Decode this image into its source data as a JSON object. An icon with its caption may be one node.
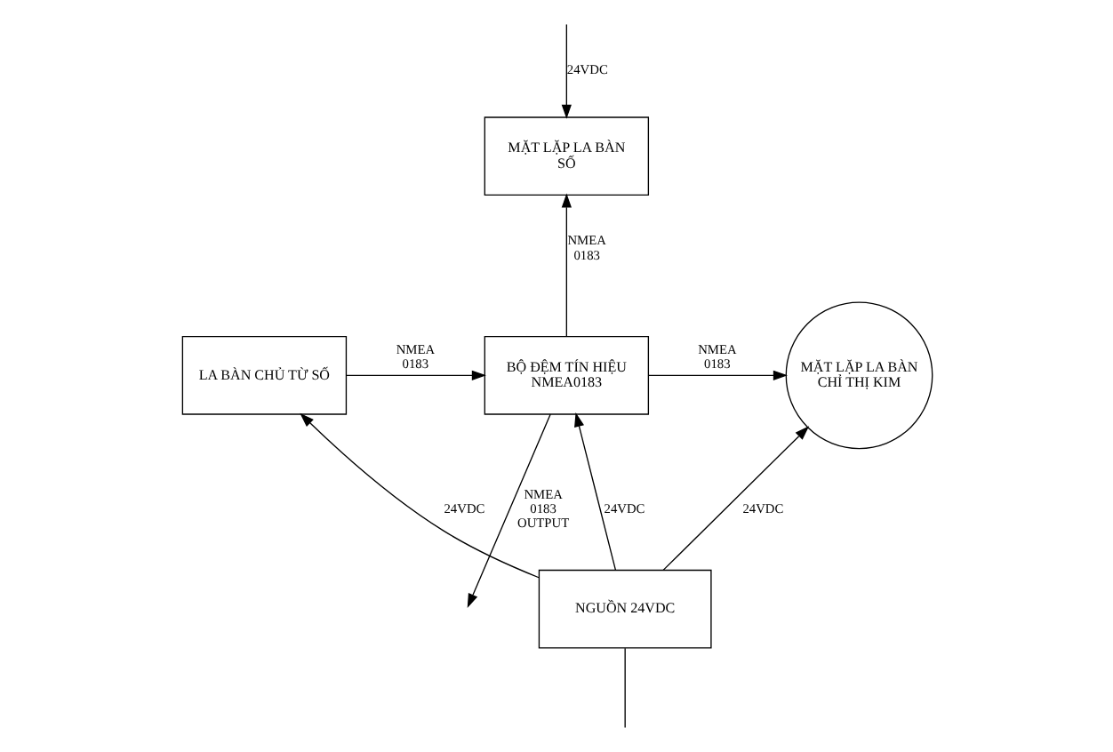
{
  "diagram": {
    "nodes": [
      {
        "text": [
          "MẶT LẶP LA BÀN SỐ"
        ]
      },
      {
        "text": [
          "LA BÀN CHỦ TỪ SỐ"
        ]
      },
      {
        "text": [
          "BỘ ĐỆM TÍN HIỆU NMEA0183"
        ]
      },
      {
        "text": [
          "MẶT LẶP LA BÀN CHỈ THỊ KIM"
        ]
      },
      {
        "text": [
          "NGUỒN 24VDC"
        ]
      }
    ],
    "edges": [
      {
        "from": null,
        "to": 0,
        "arrow": "to",
        "label": "24VDC"
      },
      {
        "from": 2,
        "to": 0,
        "arrow": "to",
        "label": "NMEA 0183"
      },
      {
        "from": 1,
        "to": 2,
        "arrow": "to",
        "label": "NMEA 0183"
      },
      {
        "from": 2,
        "to": 3,
        "arrow": "to",
        "label": "NMEA 0183"
      },
      {
        "from": 2,
        "to": null,
        "arrow": "to",
        "label": "NMEA 0183 OUTPUT"
      },
      {
        "from": 4,
        "to": 1,
        "arrow": "to",
        "label": "24VDC"
      },
      {
        "from": 4,
        "to": 2,
        "arrow": "to",
        "label": "24VDC"
      },
      {
        "from": 4,
        "to": 3,
        "arrow": "to",
        "label": "24VDC"
      },
      {
        "from": 4,
        "to": null,
        "arrow": "none"
      }
    ]
  }
}
